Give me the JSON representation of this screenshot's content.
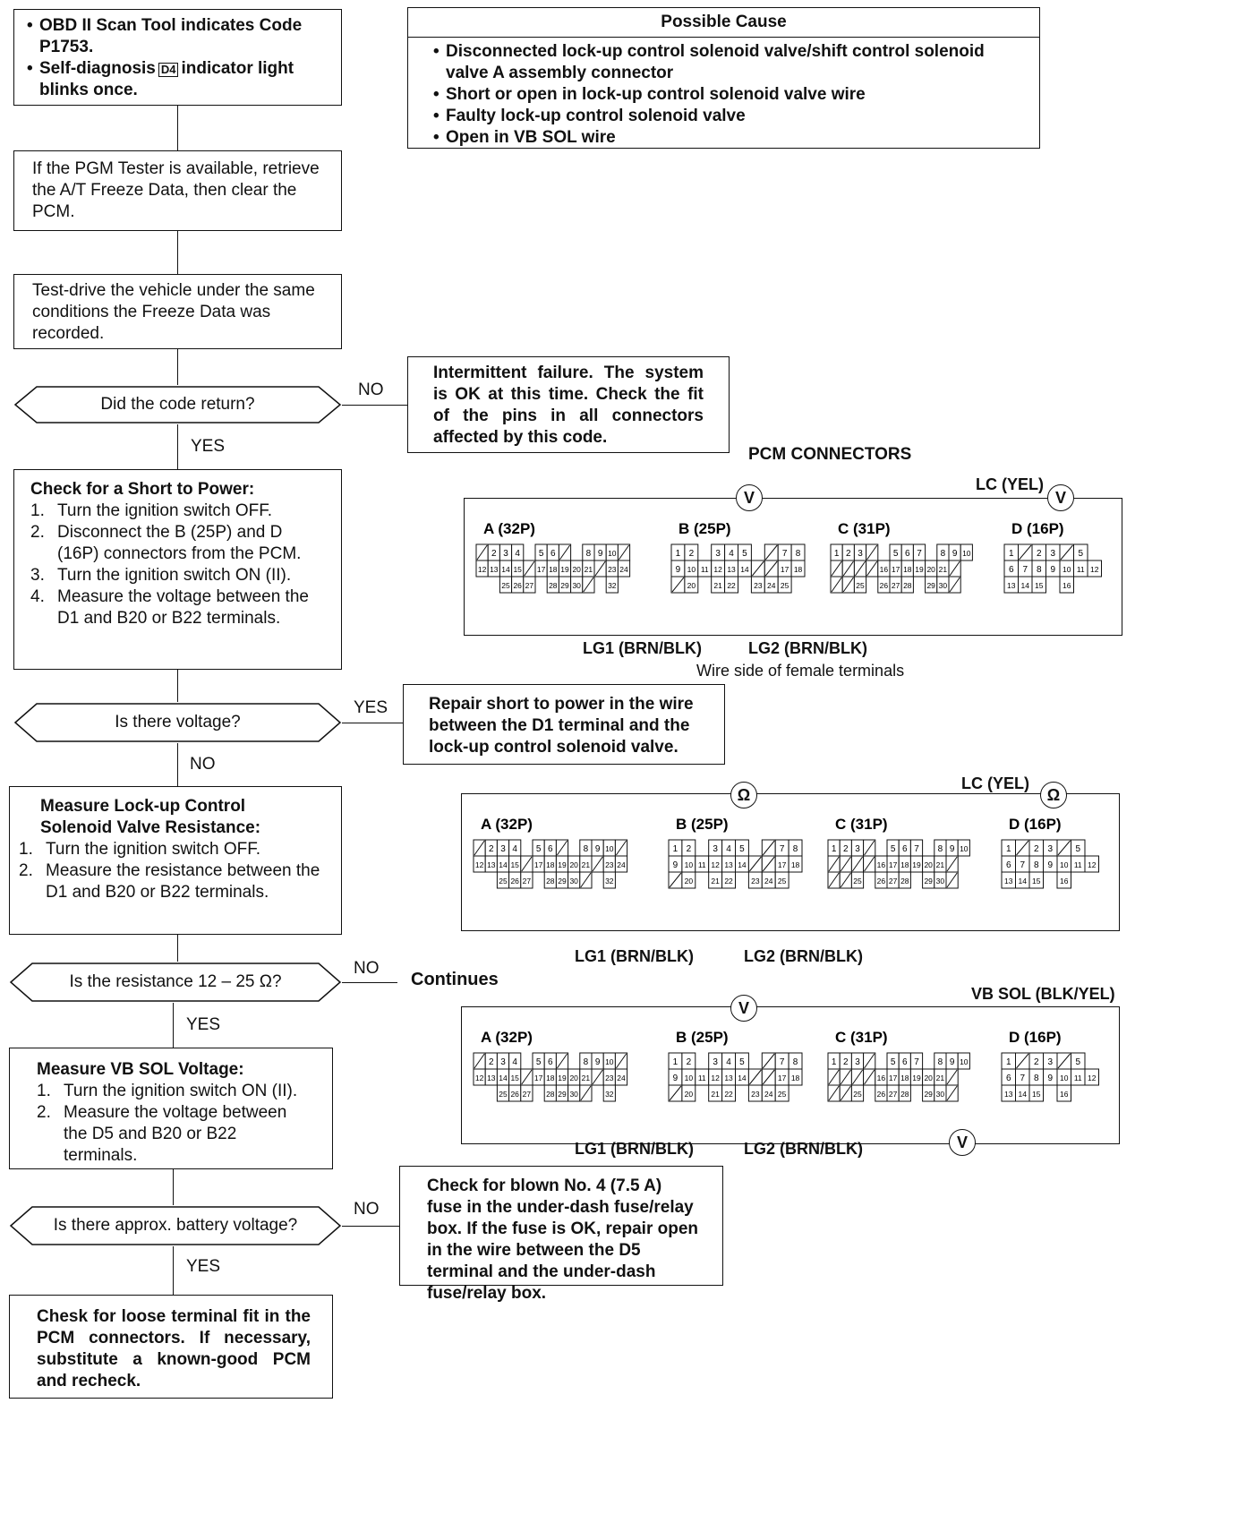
{
  "flow": {
    "start_bullets": [
      "OBD II Scan Tool indicates Code P1753.",
      "Self-diagnosis",
      "indicator light blinks once."
    ],
    "start_indicator": "D4",
    "possible_cause_title": "Possible Cause",
    "possible_causes": [
      "Disconnected lock-up control solenoid valve/shift control solenoid valve A assembly connector",
      "Short or open in lock-up control solenoid valve wire",
      "Faulty lock-up control solenoid valve",
      "Open in VB SOL wire"
    ],
    "pgm_tester": "If the PGM Tester is available, retrieve the A/T Freeze Data, then clear the PCM.",
    "test_drive": "Test-drive the vehicle under the same conditions the Freeze Data was recorded.",
    "q1": "Did the code return?",
    "no1": "NO",
    "yes1": "YES",
    "intermittent": "Intermittent failure. The system is OK at this time. Check the fit of the pins in all connectors affected by this code.",
    "short_title": "Check for a Short to Power:",
    "short_steps": [
      "1.|Turn the ignition switch OFF.",
      "2.|Disconnect the B (25P) and D (16P) connectors from the PCM.",
      "3.|Turn the ignition switch ON (II).",
      "4.|Measure the voltage between the D1 and B20 or B22 terminals."
    ],
    "q2": "Is there voltage?",
    "yes2": "YES",
    "no2": "NO",
    "repair_short": "Repair short to power in the wire between the D1 terminal and the lock-up control solenoid valve.",
    "res_title": "Measure Lock-up Control Solenoid Valve Resistance:",
    "res_steps": [
      "1.|Turn the ignition switch OFF.",
      "2.|Measure the resistance between the D1 and B20 or B22 terminals."
    ],
    "q3": "Is the resistance 12 – 25 Ω?",
    "no3": "NO",
    "yes3": "YES",
    "continues": "Continues",
    "vb_title": "Measure VB SOL Voltage:",
    "vb_steps": [
      "1.|Turn the ignition switch ON (II).",
      "2.|Measure the voltage between the D5 and B20 or B22 terminals."
    ],
    "q4": "Is there approx. battery voltage?",
    "no4": "NO",
    "yes4": "YES",
    "fuse": "Check for blown No. 4 (7.5 A) fuse in the under-dash fuse/relay box. If the fuse is OK, repair open in the wire between the D5 terminal and the under-dash fuse/relay box.",
    "final": "Chesk for loose terminal fit in the PCM connectors. If necessary, substitute a known-good PCM and recheck."
  },
  "connectors": {
    "heading": "PCM CONNECTORS",
    "footnote": "Wire side of female terminals",
    "a_label": "A (32P)",
    "b_label": "B (25P)",
    "c_label": "C (31P)",
    "d_label": "D (16P)",
    "lc": "LC (YEL)",
    "lg1": "LG1 (BRN/BLK)",
    "lg2": "LG2 (BRN/BLK)",
    "vbsol": "VB SOL (BLK/YEL)",
    "volt_symbol": "V",
    "ohm_symbol": "Ω",
    "rows": {
      "a": [
        [
          "/",
          "2",
          "3",
          "4",
          "",
          "5",
          "6",
          "/",
          "",
          "8",
          "9",
          "10",
          "/"
        ],
        [
          "12",
          "13",
          "14",
          "15",
          "/",
          "17",
          "18",
          "19",
          "20",
          "21",
          "/",
          "23",
          "24"
        ],
        [
          "",
          "",
          "25",
          "26",
          "27",
          "",
          "28",
          "29",
          "30",
          "/",
          "",
          "32",
          ""
        ]
      ],
      "b": [
        [
          "1",
          "2",
          "",
          "3",
          "4",
          "5",
          "",
          "/",
          "7",
          "8"
        ],
        [
          "9",
          "10",
          "11",
          "12",
          "13",
          "14",
          "/",
          "/",
          "17",
          "18"
        ],
        [
          "/",
          "20",
          "",
          "21",
          "22",
          "",
          "23",
          "24",
          "25",
          ""
        ]
      ],
      "c": [
        [
          "1",
          "2",
          "3",
          "/",
          "",
          "5",
          "6",
          "7",
          "",
          "8",
          "9",
          "10"
        ],
        [
          "/",
          "/",
          "/",
          "/",
          "16",
          "17",
          "18",
          "19",
          "20",
          "21",
          "/",
          ""
        ],
        [
          "/",
          "/",
          "25",
          "",
          "26",
          "27",
          "28",
          "",
          "29",
          "30",
          "/",
          ""
        ]
      ],
      "d": [
        [
          "1",
          "/",
          "2",
          "3",
          "/",
          "5"
        ],
        [
          "6",
          "7",
          "8",
          "9",
          "10",
          "11",
          "12"
        ],
        [
          "13",
          "14",
          "15",
          "",
          "16",
          ""
        ]
      ]
    }
  }
}
